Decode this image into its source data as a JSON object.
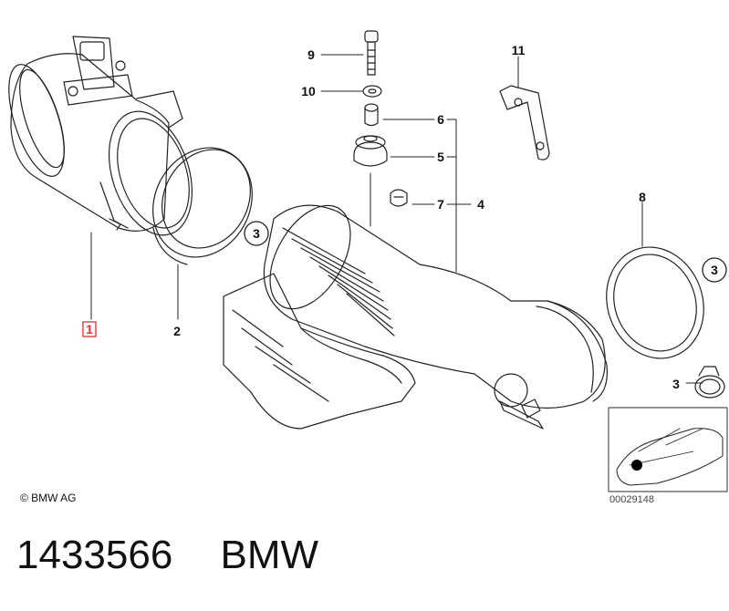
{
  "diagram": {
    "copyright": "© BMW AG",
    "diagram_number": "00029148",
    "callouts": [
      "1",
      "2",
      "3",
      "4",
      "5",
      "6",
      "7",
      "8",
      "9",
      "10",
      "11"
    ],
    "circled_refs": [
      "3",
      "3"
    ],
    "highlighted_callout": "1",
    "highlight_color": "#e03030"
  },
  "caption": {
    "part_number": "1433566",
    "brand": "BMW"
  }
}
